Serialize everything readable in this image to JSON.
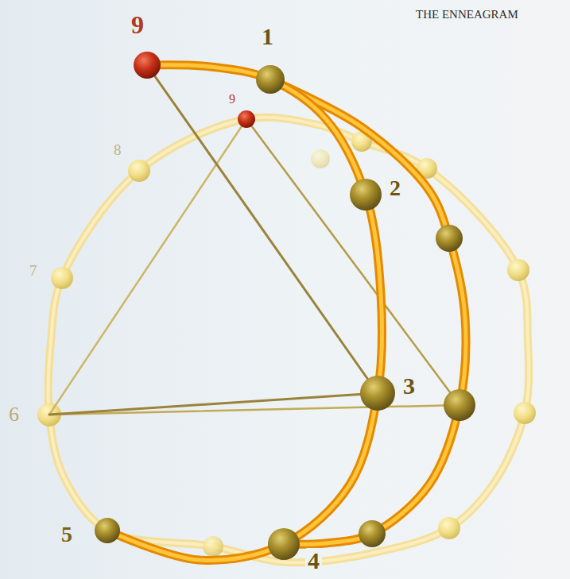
{
  "diagram": {
    "labels": [
      "THE ENNEAGRAM",
      "9",
      "1",
      "9",
      "8",
      "2",
      "7",
      "3",
      "6",
      "5",
      "4"
    ]
  }
}
